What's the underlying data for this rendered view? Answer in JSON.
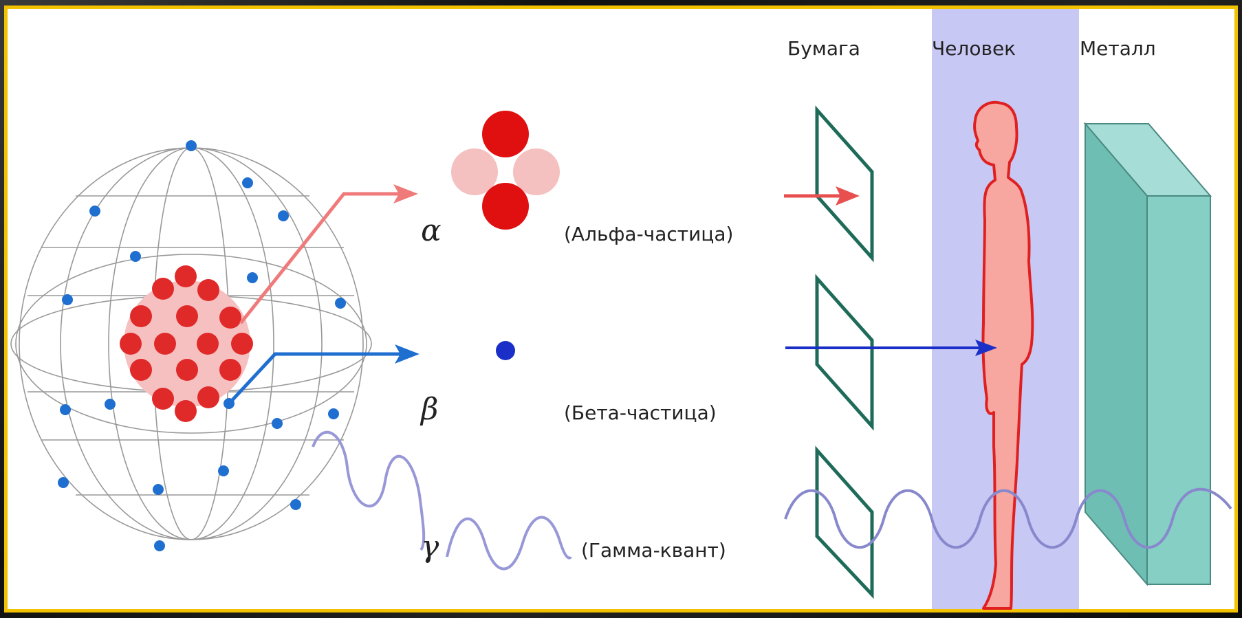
{
  "columns": {
    "paper": "Бумага",
    "human": "Человек",
    "metal": "Металл"
  },
  "particles": [
    {
      "symbol": "α",
      "label": "(Альфа-частица)"
    },
    {
      "symbol": "β",
      "label": "(Бета-частица)"
    },
    {
      "symbol": "γ",
      "label": "(Гамма-квант)"
    }
  ],
  "colors": {
    "frame": "#f2c200",
    "alpha": "#e01010",
    "alpha_arrow": "#f07a7a",
    "beta": "#1a2fc8",
    "gamma": "#9898d8",
    "human_band": "#c8c8f4",
    "human_body": "#f7a6a0",
    "metal": "#7cc7bd",
    "paper": "#1d6b58",
    "electron": "#1f6fd0"
  }
}
